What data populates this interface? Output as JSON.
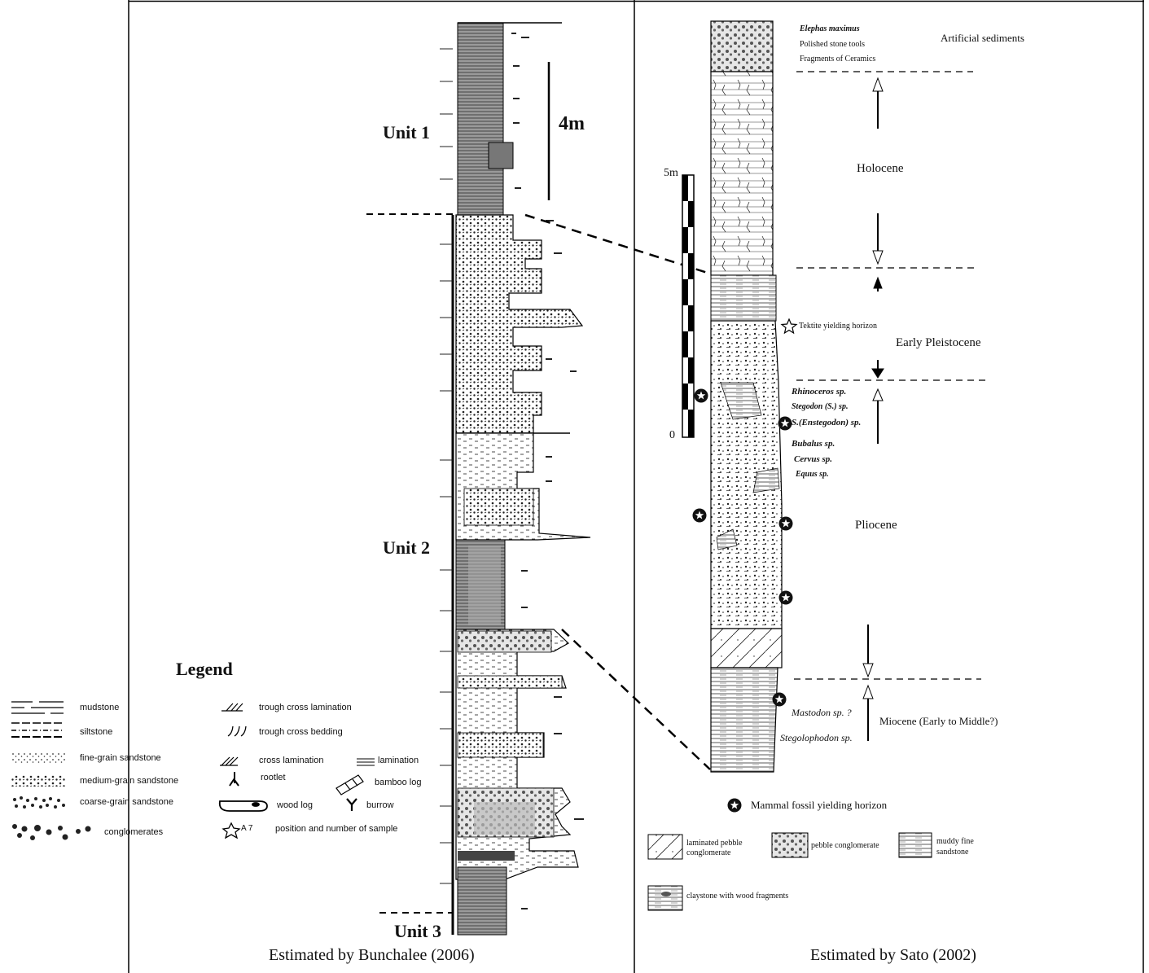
{
  "left_panel": {
    "caption": "Estimated by Bunchalee (2006)",
    "scale_label": "4m",
    "units": [
      "Unit 1",
      "Unit 2",
      "Unit 3"
    ]
  },
  "legend": {
    "title": "Legend",
    "lithology": [
      {
        "label": "mudstone",
        "icon": "mudstone-pattern-icon"
      },
      {
        "label": "siltstone",
        "icon": "siltstone-pattern-icon"
      },
      {
        "label": "fine-grain sandstone",
        "icon": "fine-sandstone-pattern-icon"
      },
      {
        "label": "medium-grain sandstone",
        "icon": "medium-sandstone-pattern-icon"
      },
      {
        "label": "coarse-grain sandstone",
        "icon": "coarse-sandstone-pattern-icon"
      },
      {
        "label": "conglomerates",
        "icon": "conglomerate-pattern-icon"
      }
    ],
    "structures": [
      {
        "label": "trough cross lamination",
        "icon": "trough-cross-lamination-icon"
      },
      {
        "label": "trough cross bedding",
        "icon": "trough-cross-bedding-icon"
      },
      {
        "label": "cross lamination",
        "icon": "cross-lamination-icon"
      },
      {
        "label": "lamination",
        "icon": "lamination-icon"
      },
      {
        "label": "rootlet",
        "icon": "rootlet-icon"
      },
      {
        "label": "bamboo log",
        "icon": "bamboo-log-icon"
      },
      {
        "label": "wood log",
        "icon": "wood-log-icon"
      },
      {
        "label": "burrow",
        "icon": "burrow-icon"
      },
      {
        "label": "position and number of sample",
        "icon": "sample-star-icon",
        "prefix": "A 7"
      }
    ]
  },
  "right_panel": {
    "caption": "Estimated by Sato (2002)",
    "scale_top": "5m",
    "scale_bottom": "0",
    "top_notes": [
      "Elephas maximus",
      "Polished stone tools",
      "Fragments of Ceramics"
    ],
    "artificial": "Artificial sediments",
    "epochs": [
      "Holocene",
      "Early Pleistocene",
      "Pliocene",
      "Miocene (Early to Middle?)"
    ],
    "tektite": "Tektite yielding horizon",
    "pliocene_fauna": [
      "Rhinoceros sp.",
      "Stegodon (S.) sp.",
      "S.(Enstegodon) sp.",
      "Bubalus sp.",
      "Cervus sp.",
      "Equus sp."
    ],
    "miocene_fauna": [
      "Mastodon sp. ?",
      "Stegolophodon sp."
    ],
    "fossil_legend": "Mammal fossil yielding horizon",
    "legend_items": [
      {
        "label": "laminated pebble conglomerate",
        "icon": "laminated-pebble-conglomerate-icon"
      },
      {
        "label": "pebble conglomerate",
        "icon": "pebble-conglomerate-icon"
      },
      {
        "label": "muddy fine sandstone",
        "icon": "muddy-fine-sandstone-icon"
      },
      {
        "label": "claystone with wood fragments",
        "icon": "claystone-wood-icon"
      }
    ]
  }
}
